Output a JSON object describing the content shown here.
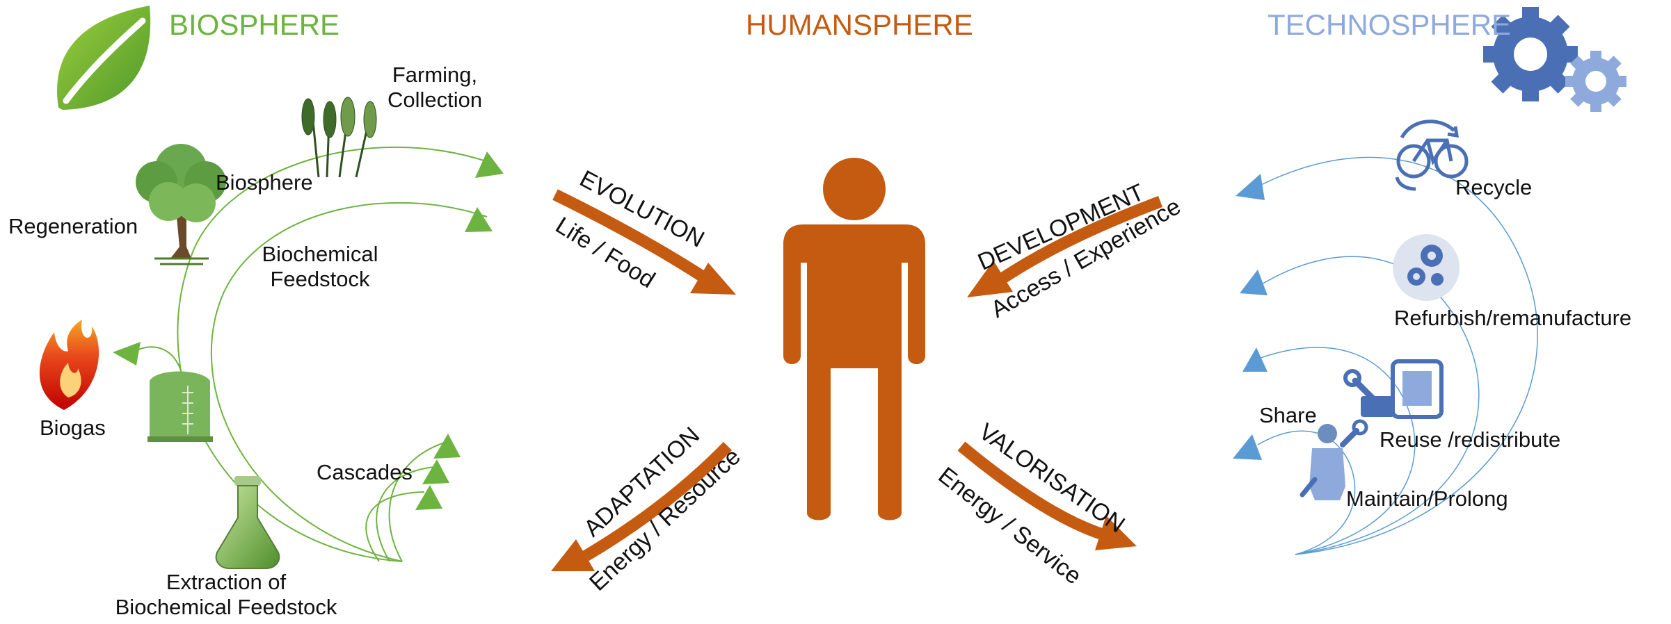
{
  "titles": {
    "biosphere": "BIOSPHERE",
    "humansphere": "HUMANSPHERE",
    "technosphere": "TECHNOSPHERE"
  },
  "colors": {
    "bio": "#6db33f",
    "human": "#c55a11",
    "tech": "#8ea9db",
    "tech_dark": "#4472c4"
  },
  "bio_labels": {
    "farming": "Farming,\nCollection",
    "biosphere": "Biosphere",
    "regeneration": "Regeneration",
    "biochemical_feedstock": "Biochemical\nFeedstock",
    "biogas": "Biogas",
    "cascades": "Cascades",
    "extraction": "Extraction of\nBiochemical Feedstock"
  },
  "tech_labels": {
    "recycle": "Recycle",
    "refurbish": "Refurbish/remanufacture",
    "reuse": "Reuse /redistribute",
    "share": "Share",
    "maintain": "Maintain/Prolong"
  },
  "arrows": {
    "evolution": {
      "title": "EVOLUTION",
      "subtitle": "Life / Food"
    },
    "development": {
      "title": "DEVELOPMENT",
      "subtitle": "Access / Experience"
    },
    "adaptation": {
      "title": "ADAPTATION",
      "subtitle": "Energy / Resource"
    },
    "valorisation": {
      "title": "VALORISATION",
      "subtitle": "Energy / Service"
    }
  },
  "icons": [
    "leaf-icon",
    "gear-icon",
    "wheat-icon",
    "tree-icon",
    "flame-icon",
    "tank-icon",
    "flask-icon",
    "recycle-bicycle-icon",
    "refurbish-gears-icon",
    "reuse-devices-icon",
    "maintain-wrench-icon",
    "person-icon"
  ]
}
